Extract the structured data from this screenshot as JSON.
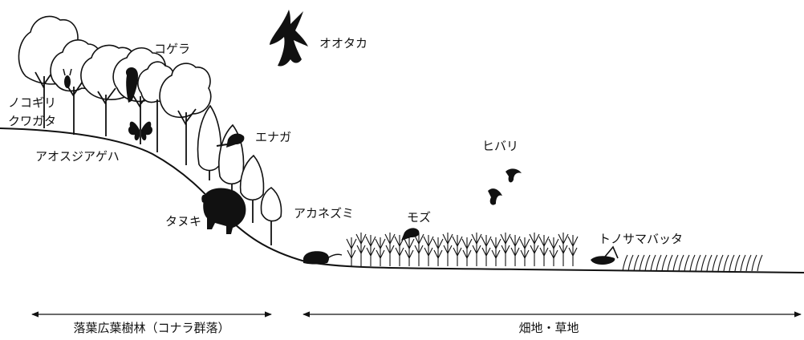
{
  "labels": {
    "ootaka": "オオタカ",
    "kogera": "コゲラ",
    "nokogiri_1": "ノコギリ",
    "nokogiri_2": "クワガタ",
    "enaga": "エナガ",
    "aosuji": "アオスジアゲハ",
    "tanuki": "タヌキ",
    "akanezumi": "アカネズミ",
    "mozu": "モズ",
    "hibari": "ヒバリ",
    "tonosama": "トノサマバッタ"
  },
  "zones": {
    "forest": "落葉広葉樹林（コナラ群落）",
    "field": "畑地・草地"
  }
}
